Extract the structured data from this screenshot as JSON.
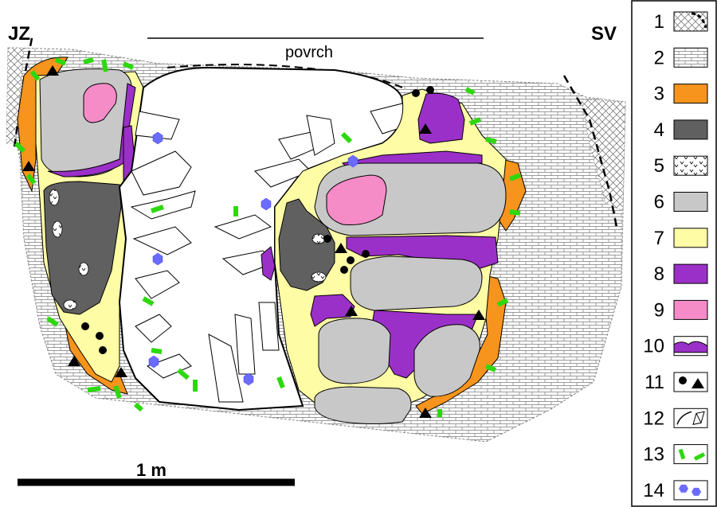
{
  "labels": {
    "southwest": "JZ",
    "northeast": "SV",
    "surface": "povrch",
    "scale": "1 m"
  },
  "legend": {
    "items": [
      {
        "number": "1",
        "swatch": "crosshatch-with-dashed-line"
      },
      {
        "number": "2",
        "swatch": "brick-pattern"
      },
      {
        "number": "3",
        "swatch": "orange-fill",
        "color": "#F7941D"
      },
      {
        "number": "4",
        "swatch": "dark-gray-fill",
        "color": "#606060"
      },
      {
        "number": "5",
        "swatch": "v-pattern"
      },
      {
        "number": "6",
        "swatch": "light-gray-fill",
        "color": "#C8C8C8"
      },
      {
        "number": "7",
        "swatch": "pale-yellow-fill",
        "color": "#FFFCA6"
      },
      {
        "number": "8",
        "swatch": "purple-fill",
        "color": "#9B30C8"
      },
      {
        "number": "9",
        "swatch": "pink-fill",
        "color": "#F58CC8"
      },
      {
        "number": "10",
        "swatch": "purple-crust"
      },
      {
        "number": "11",
        "swatch": "dot-and-triangle"
      },
      {
        "number": "12",
        "swatch": "crystal-outline"
      },
      {
        "number": "13",
        "swatch": "green-dashes",
        "color": "#2ED80E"
      },
      {
        "number": "14",
        "swatch": "blue-hexagons",
        "color": "#6B6BFF"
      }
    ]
  }
}
